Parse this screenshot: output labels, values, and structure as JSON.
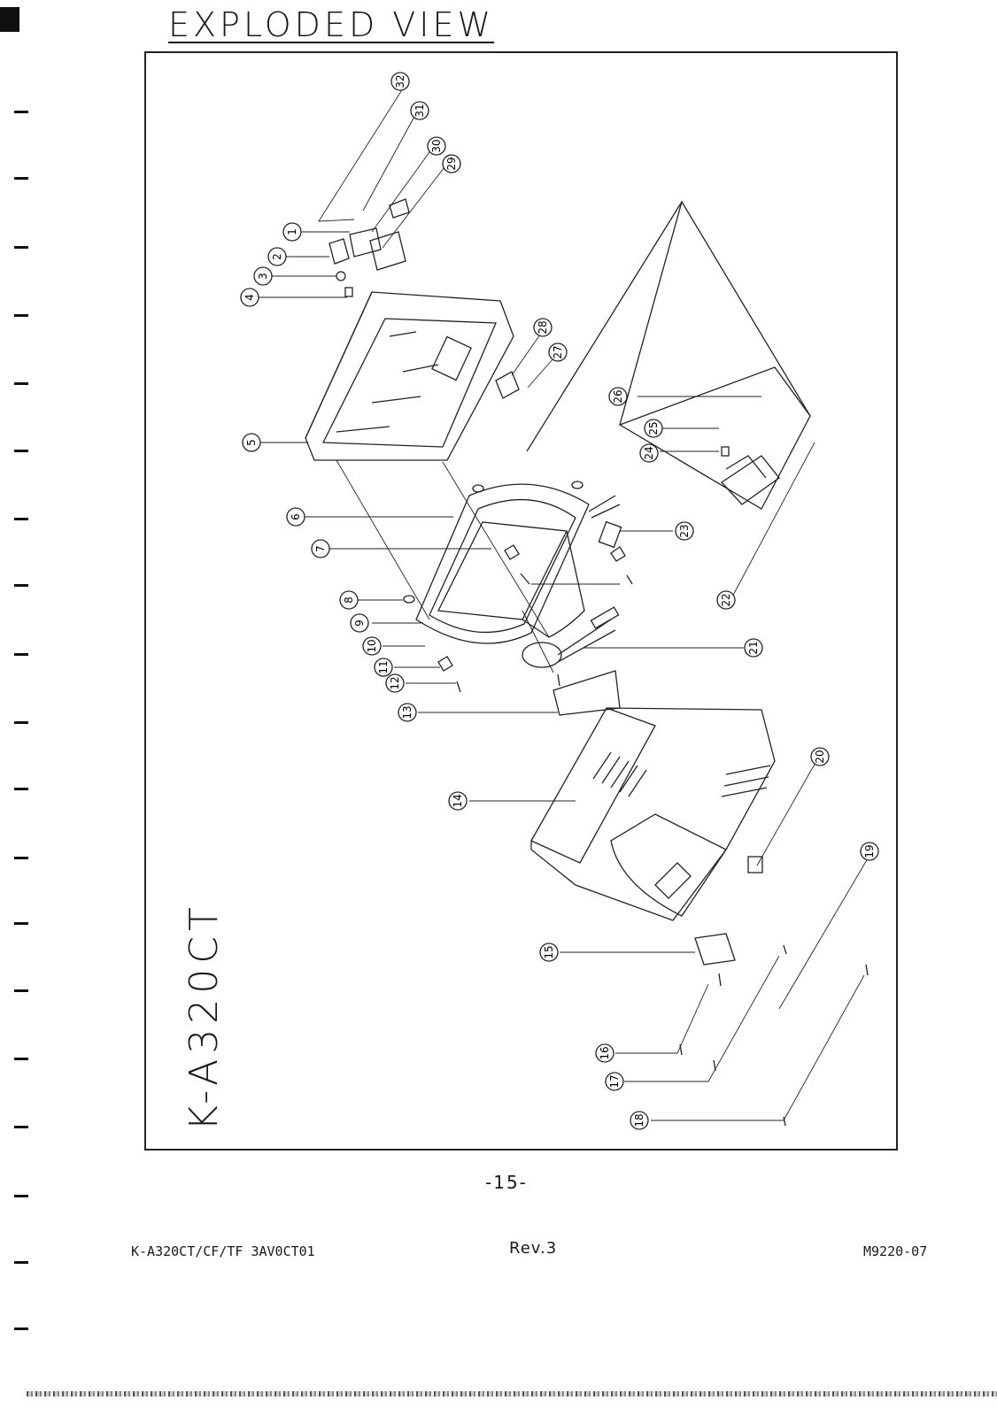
{
  "header": {
    "title": "EXPLODED VIEW"
  },
  "model_label": "K-A320CT",
  "page_number": "-15-",
  "footer": {
    "left": "K-A320CT/CF/TF 3AV0CT01",
    "center": "Rev.3",
    "right": "M9220-07"
  },
  "callouts": [
    "1",
    "2",
    "3",
    "4",
    "5",
    "6",
    "7",
    "8",
    "9",
    "10",
    "11",
    "12",
    "13",
    "14",
    "15",
    "16",
    "17",
    "18",
    "19",
    "20",
    "21",
    "22",
    "23",
    "24",
    "25",
    "26",
    "27",
    "28",
    "29",
    "30",
    "31",
    "32"
  ]
}
